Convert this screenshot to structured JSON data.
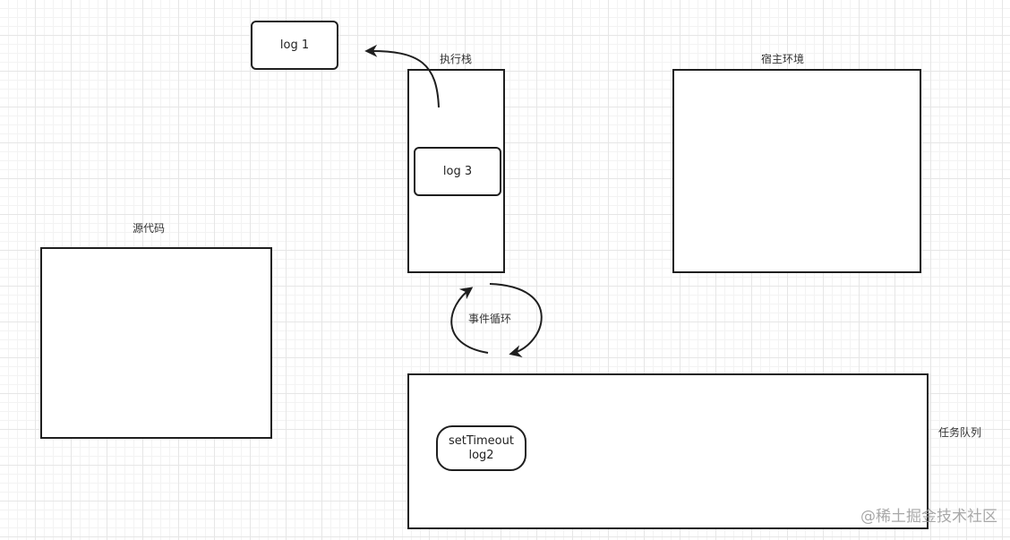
{
  "nodes": {
    "log1": "log 1",
    "log3": "log 3",
    "set_timeout_line1": "setTimeout",
    "set_timeout_line2": "log2"
  },
  "labels": {
    "source_code": "源代码",
    "execution_stack": "执行栈",
    "host_environment": "宿主环境",
    "event_loop": "事件循环",
    "task_queue": "任务队列"
  },
  "watermark": "@稀土掘金技术社区",
  "colors": {
    "stroke": "#1f1f1f",
    "grid": "#e6e6e6",
    "watermark": "#9a9a9a"
  }
}
